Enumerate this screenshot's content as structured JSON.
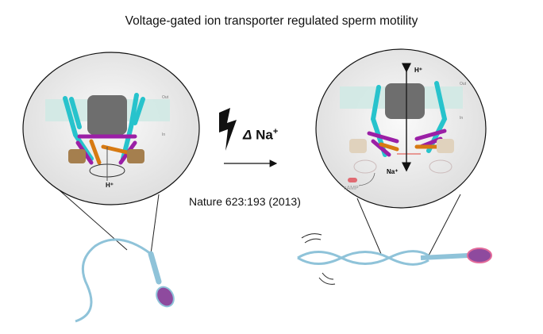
{
  "title": "Voltage-gated ion transporter regulated sperm motility",
  "stimulus": {
    "symbol": "Δ",
    "ion": "Na",
    "charge": "+"
  },
  "reference": "Nature 623:193 (2013)",
  "left_panel": {
    "out_label": "Out",
    "in_label": "In",
    "ion_label": "H⁺"
  },
  "right_panel": {
    "out_label": "Out",
    "in_label": "In",
    "top_ion_label": "H⁺",
    "bottom_ion_label": "Na⁺",
    "cAMP_label": "cAMP"
  },
  "colors": {
    "cyan": "#27c3cc",
    "gray": "#6e6e6e",
    "purple": "#9b1fa6",
    "orange": "#d77a12",
    "tan": "#a57f4e",
    "membrane": "#cfe9e4",
    "sperm": "#8fc3d9",
    "head": "#8e4a9e"
  }
}
